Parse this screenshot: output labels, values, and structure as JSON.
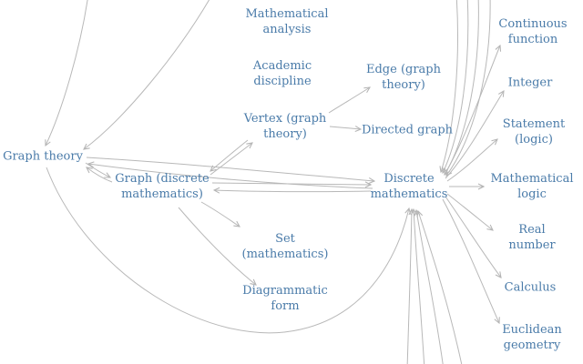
{
  "diagram": {
    "type": "concept-graph",
    "description": "Network diagram of mathematics topics connected by gray arrows",
    "colors": {
      "background": "#ffffff",
      "node_text": "#4a7ba9",
      "edge_stroke": "#b8b8b8"
    }
  },
  "nodes": [
    {
      "id": "graph-theory",
      "label": "Graph theory"
    },
    {
      "id": "graph-discrete-mathematics",
      "label": "Graph (discrete\nmathematics)"
    },
    {
      "id": "vertex-graph-theory",
      "label": "Vertex (graph\ntheory)"
    },
    {
      "id": "edge-graph-theory",
      "label": "Edge (graph\ntheory)"
    },
    {
      "id": "directed-graph",
      "label": "Directed graph"
    },
    {
      "id": "discrete-mathematics",
      "label": "Discrete\nmathematics"
    },
    {
      "id": "mathematical-analysis",
      "label": "Mathematical\nanalysis"
    },
    {
      "id": "academic-discipline",
      "label": "Academic\ndiscipline"
    },
    {
      "id": "set-mathematics",
      "label": "Set\n(mathematics)"
    },
    {
      "id": "diagrammatic-form",
      "label": "Diagrammatic\nform"
    },
    {
      "id": "continuous-function",
      "label": "Continuous\nfunction"
    },
    {
      "id": "integer",
      "label": "Integer"
    },
    {
      "id": "statement-logic",
      "label": "Statement\n(logic)"
    },
    {
      "id": "mathematical-logic",
      "label": "Mathematical\nlogic"
    },
    {
      "id": "real-number",
      "label": "Real number"
    },
    {
      "id": "calculus",
      "label": "Calculus"
    },
    {
      "id": "euclidean-geometry",
      "label": "Euclidean\ngeometry"
    }
  ],
  "edges": [
    {
      "from": "offscreen-top-left-1",
      "to": "graph-theory"
    },
    {
      "from": "offscreen-top-left-2",
      "to": "graph-theory"
    },
    {
      "from": "graph-theory",
      "to": "graph-discrete-mathematics"
    },
    {
      "from": "graph-discrete-mathematics",
      "to": "graph-theory"
    },
    {
      "from": "graph-theory",
      "to": "discrete-mathematics"
    },
    {
      "from": "discrete-mathematics",
      "to": "graph-theory"
    },
    {
      "from": "graph-discrete-mathematics",
      "to": "discrete-mathematics"
    },
    {
      "from": "discrete-mathematics",
      "to": "graph-discrete-mathematics"
    },
    {
      "from": "graph-discrete-mathematics",
      "to": "vertex-graph-theory"
    },
    {
      "from": "vertex-graph-theory",
      "to": "graph-discrete-mathematics"
    },
    {
      "from": "vertex-graph-theory",
      "to": "edge-graph-theory"
    },
    {
      "from": "vertex-graph-theory",
      "to": "directed-graph"
    },
    {
      "from": "graph-discrete-mathematics",
      "to": "set-mathematics"
    },
    {
      "from": "graph-discrete-mathematics",
      "to": "diagrammatic-form"
    },
    {
      "from": "discrete-mathematics",
      "to": "continuous-function"
    },
    {
      "from": "discrete-mathematics",
      "to": "integer"
    },
    {
      "from": "discrete-mathematics",
      "to": "statement-logic"
    },
    {
      "from": "discrete-mathematics",
      "to": "mathematical-logic"
    },
    {
      "from": "discrete-mathematics",
      "to": "real-number"
    },
    {
      "from": "discrete-mathematics",
      "to": "calculus"
    },
    {
      "from": "discrete-mathematics",
      "to": "euclidean-geometry"
    },
    {
      "from": "graph-theory",
      "to": "discrete-mathematics",
      "note": "long bottom arc"
    },
    {
      "from": "offscreen-top-right-1",
      "to": "discrete-mathematics"
    },
    {
      "from": "offscreen-top-right-2",
      "to": "discrete-mathematics"
    },
    {
      "from": "offscreen-top-right-3",
      "to": "discrete-mathematics"
    },
    {
      "from": "offscreen-top-right-4",
      "to": "discrete-mathematics"
    },
    {
      "from": "offscreen-bottom-1",
      "to": "discrete-mathematics"
    },
    {
      "from": "offscreen-bottom-2",
      "to": "discrete-mathematics"
    },
    {
      "from": "offscreen-bottom-3",
      "to": "discrete-mathematics"
    },
    {
      "from": "offscreen-bottom-4",
      "to": "discrete-mathematics"
    }
  ]
}
